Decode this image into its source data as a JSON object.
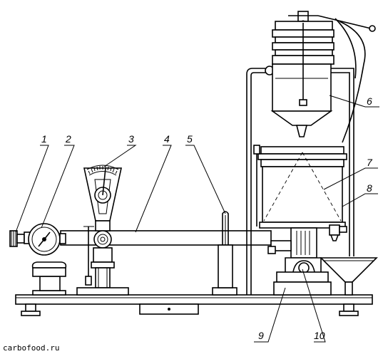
{
  "callouts": [
    {
      "id": "1",
      "label": "1"
    },
    {
      "id": "2",
      "label": "2"
    },
    {
      "id": "3",
      "label": "3"
    },
    {
      "id": "4",
      "label": "4"
    },
    {
      "id": "5",
      "label": "5"
    },
    {
      "id": "6",
      "label": "6"
    },
    {
      "id": "7",
      "label": "7"
    },
    {
      "id": "8",
      "label": "8"
    },
    {
      "id": "9",
      "label": "9"
    },
    {
      "id": "10",
      "label": "10"
    }
  ],
  "watermark": "carbofood.ru"
}
